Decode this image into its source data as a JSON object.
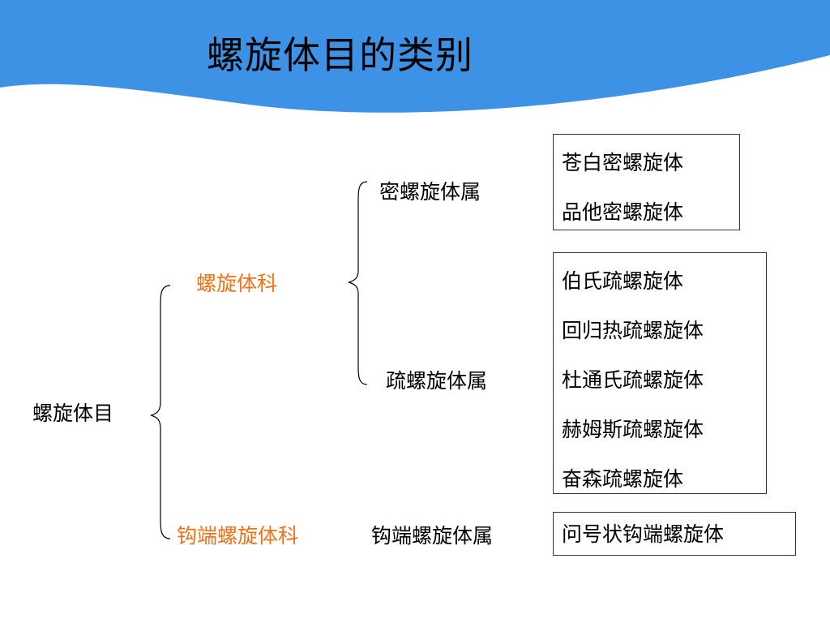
{
  "title": "螺旋体目的类别",
  "order": "螺旋体目",
  "families": [
    {
      "name": "螺旋体科",
      "genera": [
        {
          "name": "密螺旋体属",
          "species": [
            "苍白密螺旋体",
            "品他密螺旋体"
          ]
        },
        {
          "name": "疏螺旋体属",
          "species": [
            "伯氏疏螺旋体",
            "回归热疏螺旋体",
            "杜通氏疏螺旋体",
            "赫姆斯疏螺旋体",
            "奋森疏螺旋体"
          ]
        }
      ]
    },
    {
      "name": "钩端螺旋体科",
      "genera": [
        {
          "name": "钩端螺旋体属",
          "species": [
            "问号状钩端螺旋体"
          ]
        }
      ]
    }
  ],
  "colors": {
    "banner": "#3d92e6",
    "family": "#f07318",
    "text": "#000000"
  }
}
